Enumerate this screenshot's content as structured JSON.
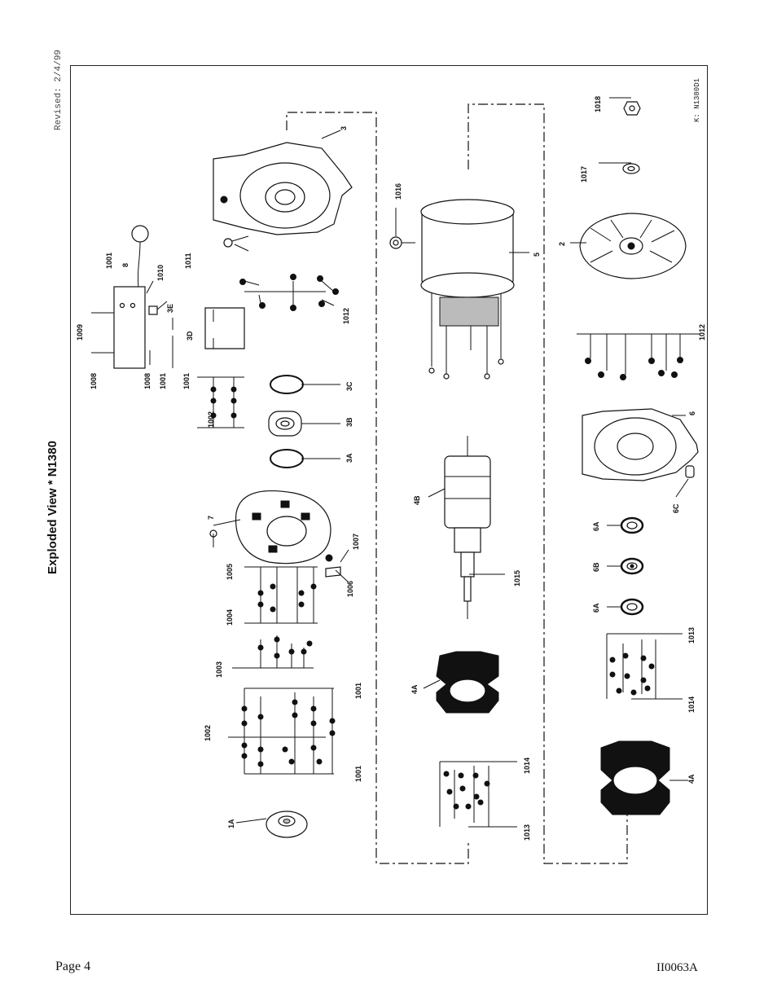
{
  "header": {
    "revised": "Revised: 2/4/99",
    "title": "Exploded View * N1380",
    "code": "K: N1380D1"
  },
  "footer": {
    "page": "Page 4",
    "doc_id": "II0063A"
  },
  "callouts": [
    "1001",
    "8",
    "1010",
    "1011",
    "3",
    "1009",
    "3E",
    "3D",
    "1012",
    "1008",
    "1008",
    "1001",
    "1016",
    "5",
    "1018",
    "1017",
    "2",
    "1012",
    "1001",
    "1002",
    "3C",
    "3B",
    "3A",
    "6",
    "4B",
    "6C",
    "7",
    "1007",
    "1006",
    "1005",
    "1004",
    "1015",
    "6A",
    "6B",
    "6A",
    "1003",
    "1013",
    "1014",
    "4A",
    "1001",
    "1002",
    "1001",
    "4A",
    "1014",
    "1013",
    "1A"
  ]
}
